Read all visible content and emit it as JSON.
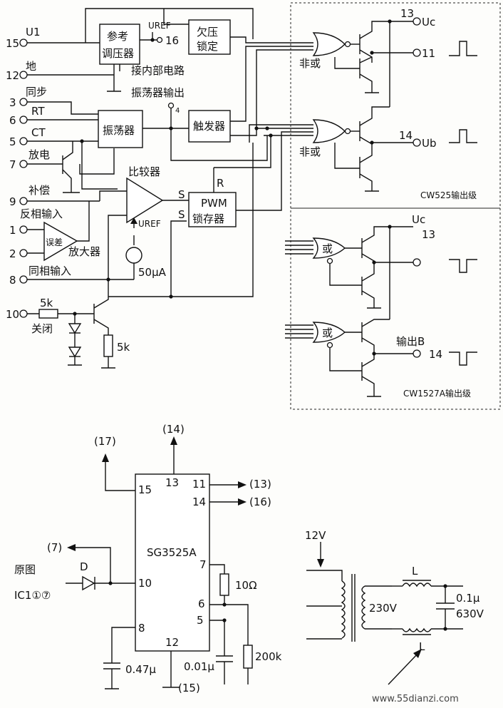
{
  "blocks": {
    "ref_reg": [
      "参考",
      "调压器"
    ],
    "uvlo": [
      "欠压",
      "锁定"
    ],
    "oscillator": "振荡器",
    "trigger": "触发器",
    "comparator": "比较器",
    "pwm_latch": [
      "PWM",
      "锁存器"
    ],
    "error_amp": [
      "误差",
      "放大器"
    ]
  },
  "pins": {
    "u1": "U1",
    "p15": "15",
    "gnd": "地",
    "p12": "12",
    "sync": "同步",
    "p3": "3",
    "rt": "RT",
    "p6": "6",
    "ct": "CT",
    "p5": "5",
    "discharge": "放电",
    "p7": "7",
    "comp": "补偿",
    "p9": "9",
    "inv_in": "反相输入",
    "p1": "1",
    "p2": "2",
    "noninv_in": "同相输入",
    "p8": "8",
    "p10": "10",
    "shutdown": "关闭",
    "uref": "UREF",
    "p16": "16",
    "internal": "接内部电路",
    "osc_out": "振荡器输出",
    "p4": "4"
  },
  "labels": {
    "nor": "非或",
    "or": "或",
    "uc": "Uc",
    "ub": "Ub",
    "p13": "13",
    "p11": "11",
    "p14": "14",
    "out_b": "输出B",
    "cw525": "CW525输出级",
    "cw1527a": "CW1527A输出级",
    "s": "S",
    "r": "R",
    "uref2": "UREF",
    "current": "50μA",
    "r5k_a": "5k",
    "r5k_b": "5k"
  },
  "app": {
    "chip": "SG3525A",
    "pin15": "15",
    "pin13": "13",
    "pin11": "11",
    "pin14": "14",
    "pin10": "10",
    "pin7": "7",
    "pin6": "6",
    "pin5": "5",
    "pin8": "8",
    "pin12": "12",
    "to17": "(17)",
    "to14": "(14)",
    "to13": "(13)",
    "to16": "(16)",
    "to7": "(7)",
    "to15": "(15)",
    "diode": "D",
    "orig": "原图",
    "ic": "IC1①⑦",
    "r10": "10Ω",
    "r200k": "200k",
    "c047": "0.47μ",
    "c001": "0.01μ"
  },
  "trafo": {
    "v12": "12V",
    "v230": "230V",
    "l_top": "L",
    "l_bot": "L",
    "cap1": "0.1μ",
    "cap2": "630V"
  },
  "watermark": "www.55dianzi.com"
}
